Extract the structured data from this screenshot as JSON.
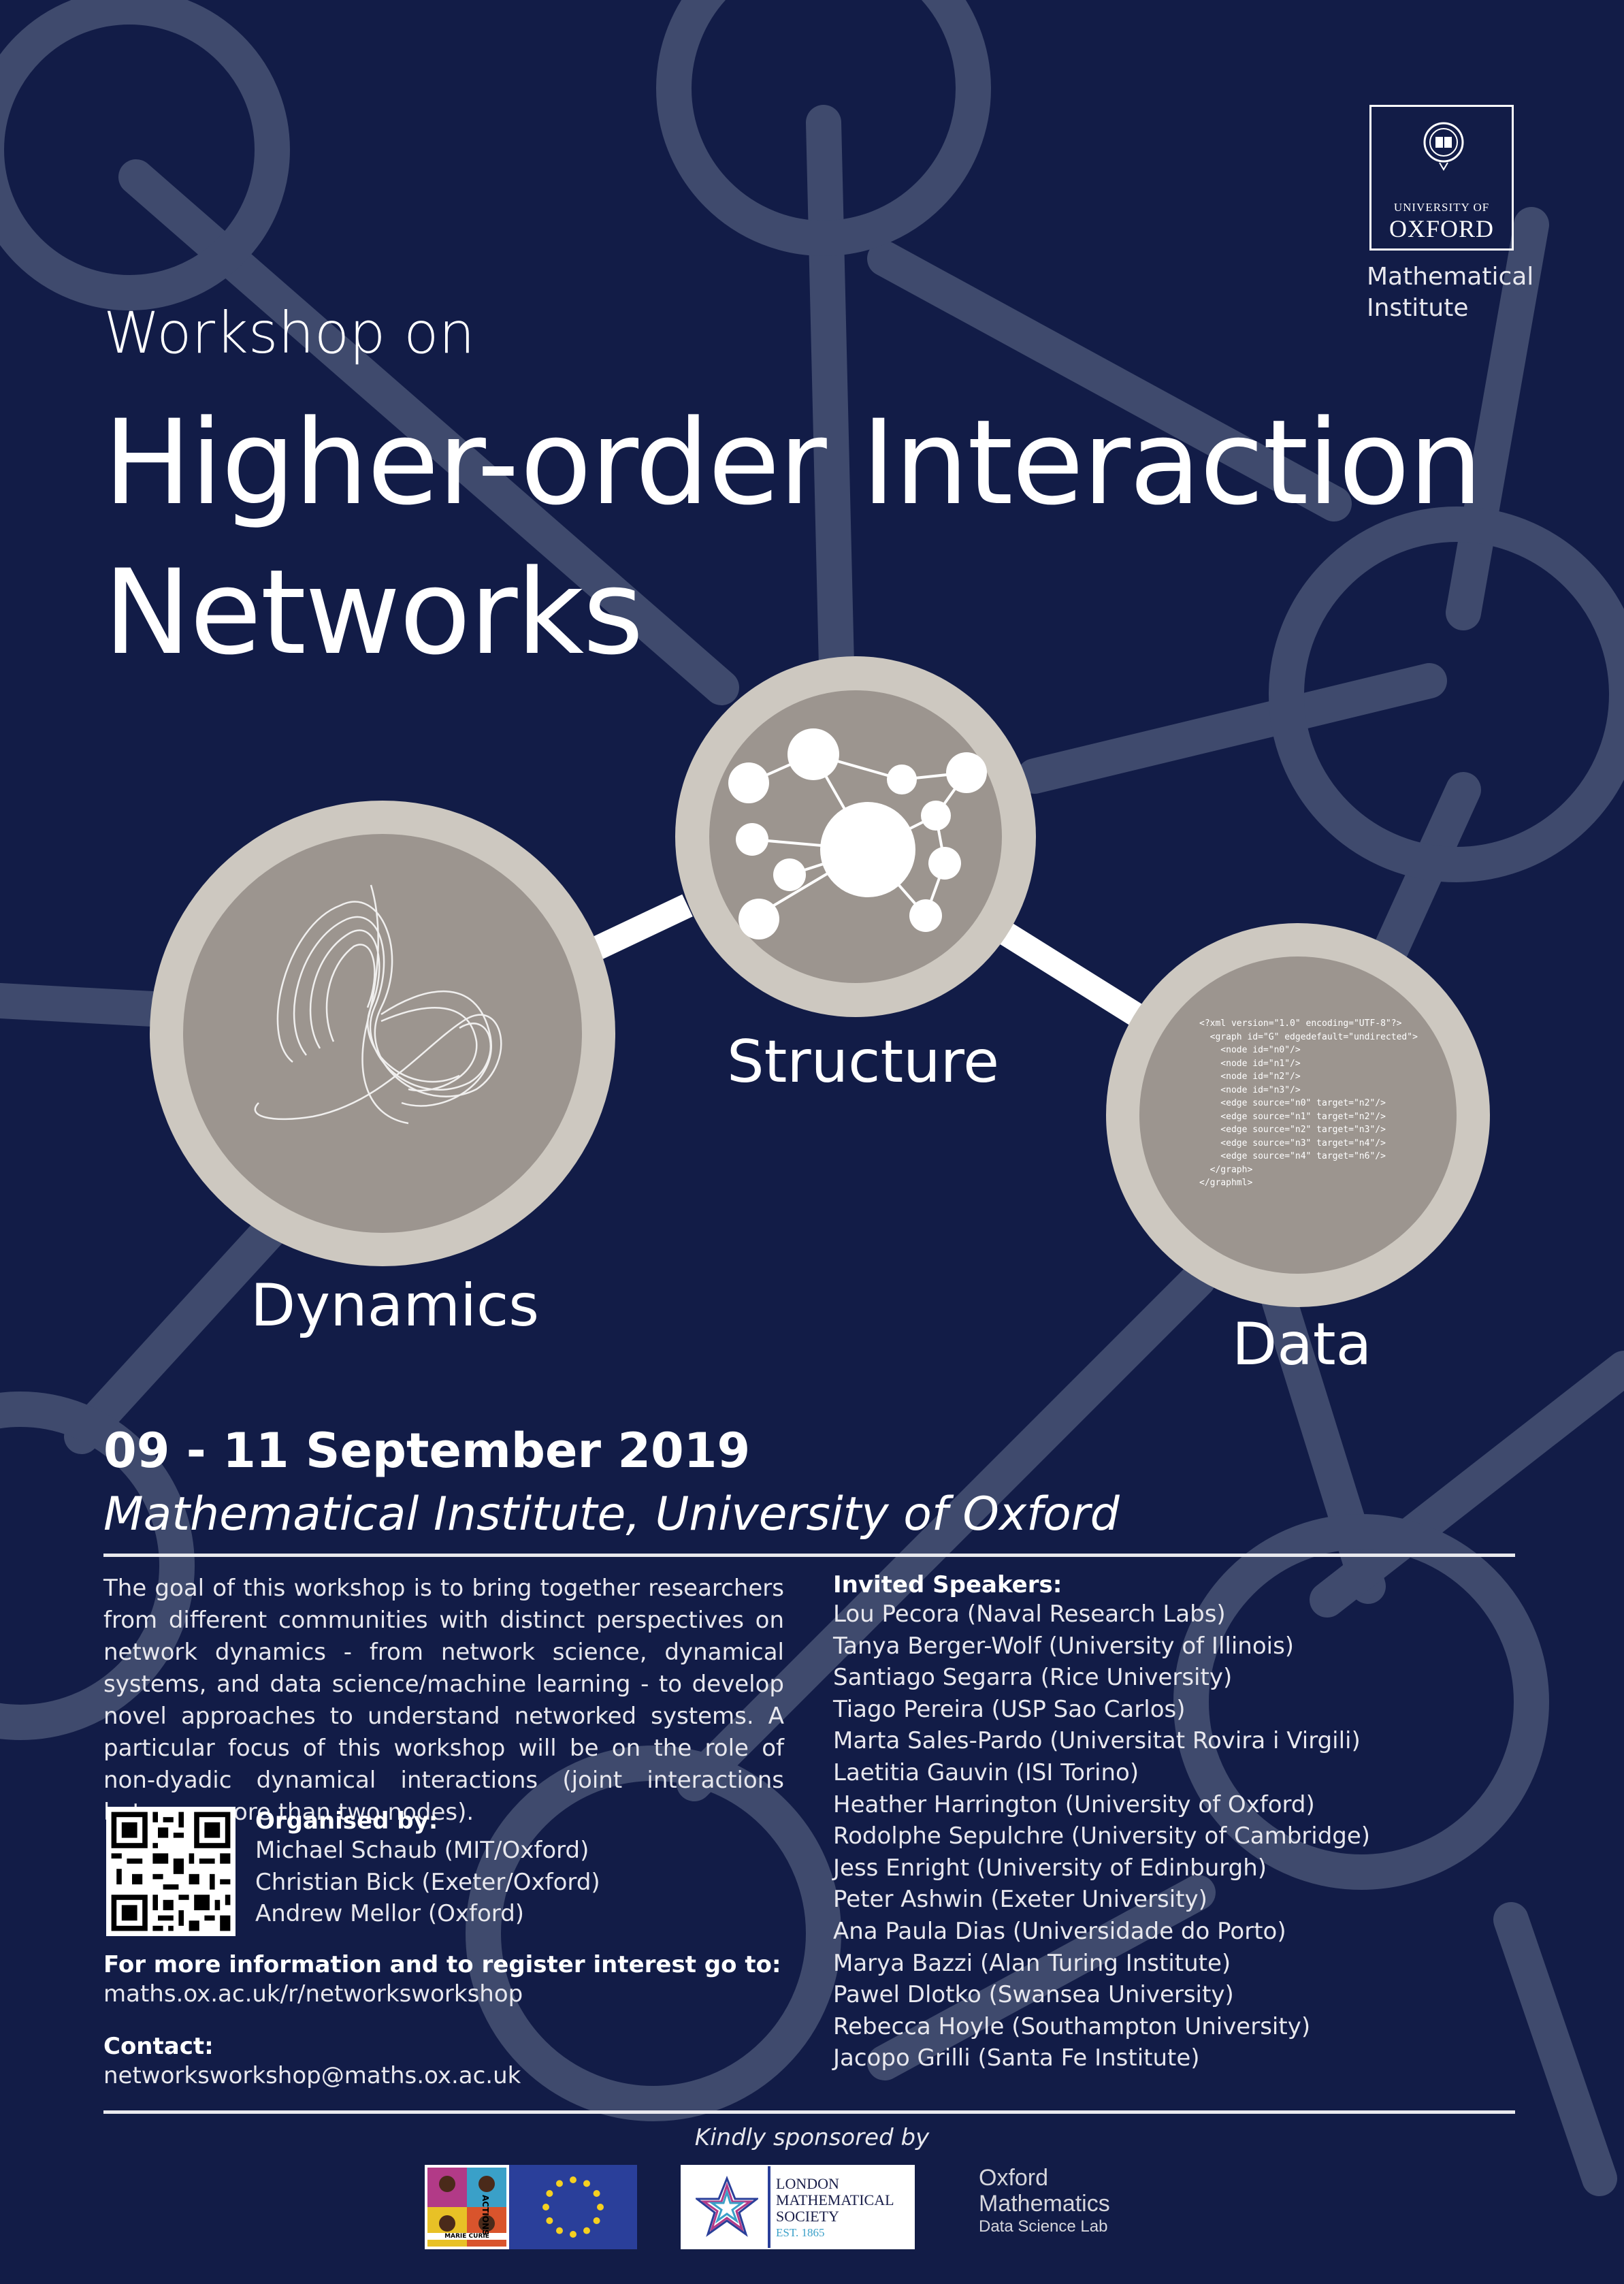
{
  "header": {
    "intro": "Workshop on",
    "title_line1": "Higher-order Interaction",
    "title_line2": "Networks"
  },
  "oxford_logo": {
    "line1": "UNIVERSITY OF",
    "line2": "OXFORD",
    "department_line1": "Mathematical",
    "department_line2": "Institute"
  },
  "themes": {
    "structure": "Structure",
    "dynamics": "Dynamics",
    "data": "Data"
  },
  "xml_snippet": [
    "<?xml version=\"1.0\" encoding=\"UTF-8\"?>",
    "  <graph id=\"G\" edgedefault=\"undirected\">",
    "    <node id=\"n0\"/>",
    "    <node id=\"n1\"/>",
    "    <node id=\"n2\"/>",
    "    <node id=\"n3\"/>",
    "    <edge source=\"n0\" target=\"n2\"/>",
    "    <edge source=\"n1\" target=\"n2\"/>",
    "    <edge source=\"n2\" target=\"n3\"/>",
    "    <edge source=\"n3\" target=\"n4\"/>",
    "    <edge source=\"n4\" target=\"n6\"/>",
    "  </graph>",
    "</graphml>"
  ],
  "event": {
    "date": "09 - 11 September 2019",
    "venue": "Mathematical Institute, University of Oxford"
  },
  "description": "The goal of this workshop is to bring together researchers from different communities with distinct perspectives on network dynamics - from network science, dynamical systems, and data science/machine learning - to develop novel approaches to understand networked systems. A particular focus of this workshop will be on the role of non-dyadic dynamical interactions (joint interactions between more than two nodes).",
  "organisers": {
    "heading": "Organised by:",
    "names": [
      "Michael Schaub (MIT/Oxford)",
      "Christian Bick (Exeter/Oxford)",
      "Andrew Mellor (Oxford)"
    ]
  },
  "info": {
    "heading": "For more information and to register interest go to:",
    "url": "maths.ox.ac.uk/r/networksworkshop",
    "contact_heading": "Contact:",
    "email": "networksworkshop@maths.ox.ac.uk"
  },
  "speakers": {
    "heading": "Invited Speakers:",
    "list": [
      "Lou Pecora (Naval Research Labs)",
      "Tanya Berger-Wolf (University of Illinois)",
      "Santiago Segarra (Rice University)",
      "Tiago Pereira (USP Sao Carlos)",
      "Marta Sales-Pardo (Universitat Rovira i Virgili)",
      "Laetitia Gauvin (ISI Torino)",
      "Heather Harrington (University of Oxford)",
      "Rodolphe Sepulchre (University of Cambridge)",
      "Jess Enright (University of Edinburgh)",
      "Peter Ashwin (Exeter University)",
      "Ana Paula Dias (Universidade do Porto)",
      "Marya Bazzi (Alan Turing Institute)",
      "Pawel Dlotko (Swansea University)",
      "Rebecca Hoyle (Southampton University)",
      "Jacopo Grilli (Santa Fe Institute)"
    ]
  },
  "sponsors": {
    "label": "Kindly sponsored by",
    "msca_line1": "MARIE CURIE",
    "msca_line2": "ACTIONS",
    "lms_line1": "LONDON",
    "lms_line2": "MATHEMATICAL",
    "lms_line3": "SOCIETY",
    "lms_est": "EST. 1865",
    "oxm_line1": "Oxford",
    "oxm_line2": "Mathematics",
    "oxm_line3": "Data Science Lab"
  },
  "colors": {
    "background": "#121c47",
    "network_lines": "#3f4a6d",
    "circle_ring": "#cdc8c0",
    "circle_fill": "#9c958f",
    "text": "#ffffff"
  }
}
